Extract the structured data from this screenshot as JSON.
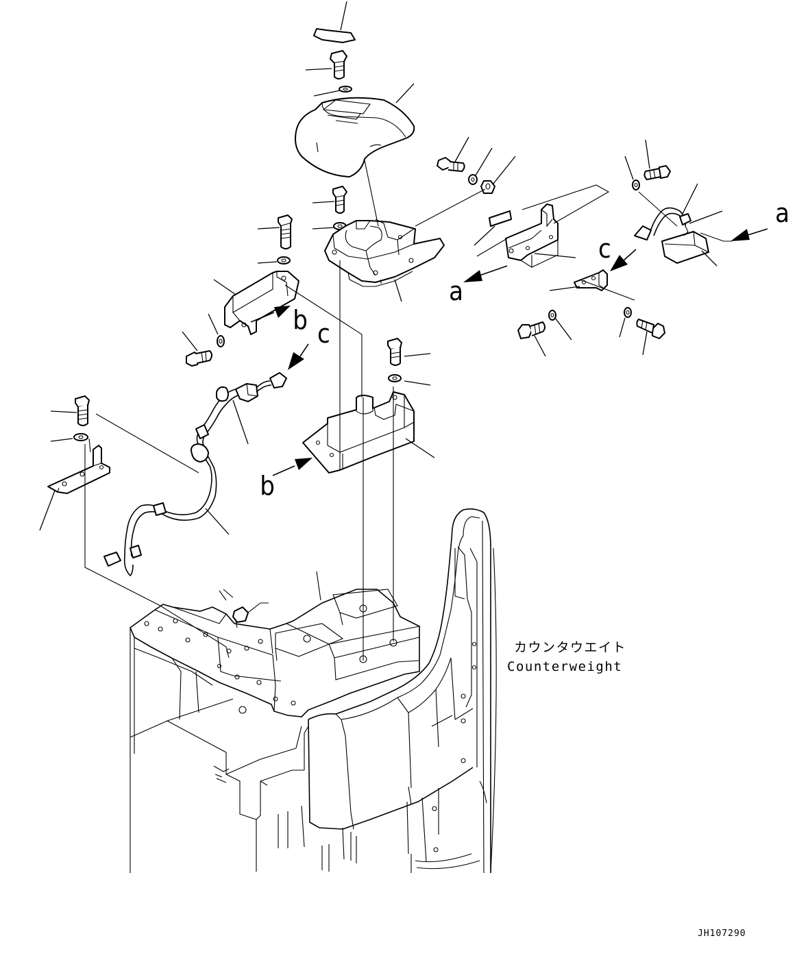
{
  "diagram": {
    "reference_letters": {
      "a_right": "a",
      "a_left": "a",
      "b_top": "b",
      "b_bottom": "b",
      "c_top": "c",
      "c_right": "c"
    },
    "counterweight_label": {
      "japanese": "カウンタウエイト",
      "english": "Counterweight"
    },
    "drawing_number": "JH107290"
  }
}
